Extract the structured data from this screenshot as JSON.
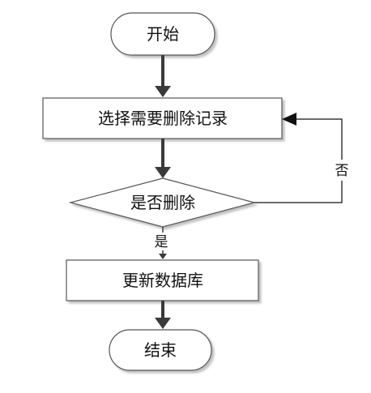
{
  "flowchart": {
    "nodes": {
      "start": "开始",
      "select": "选择需要删除记录",
      "decision": "是否删除",
      "update": "更新数据库",
      "end": "结束"
    },
    "edges": {
      "yes": "是",
      "no": "否"
    }
  }
}
